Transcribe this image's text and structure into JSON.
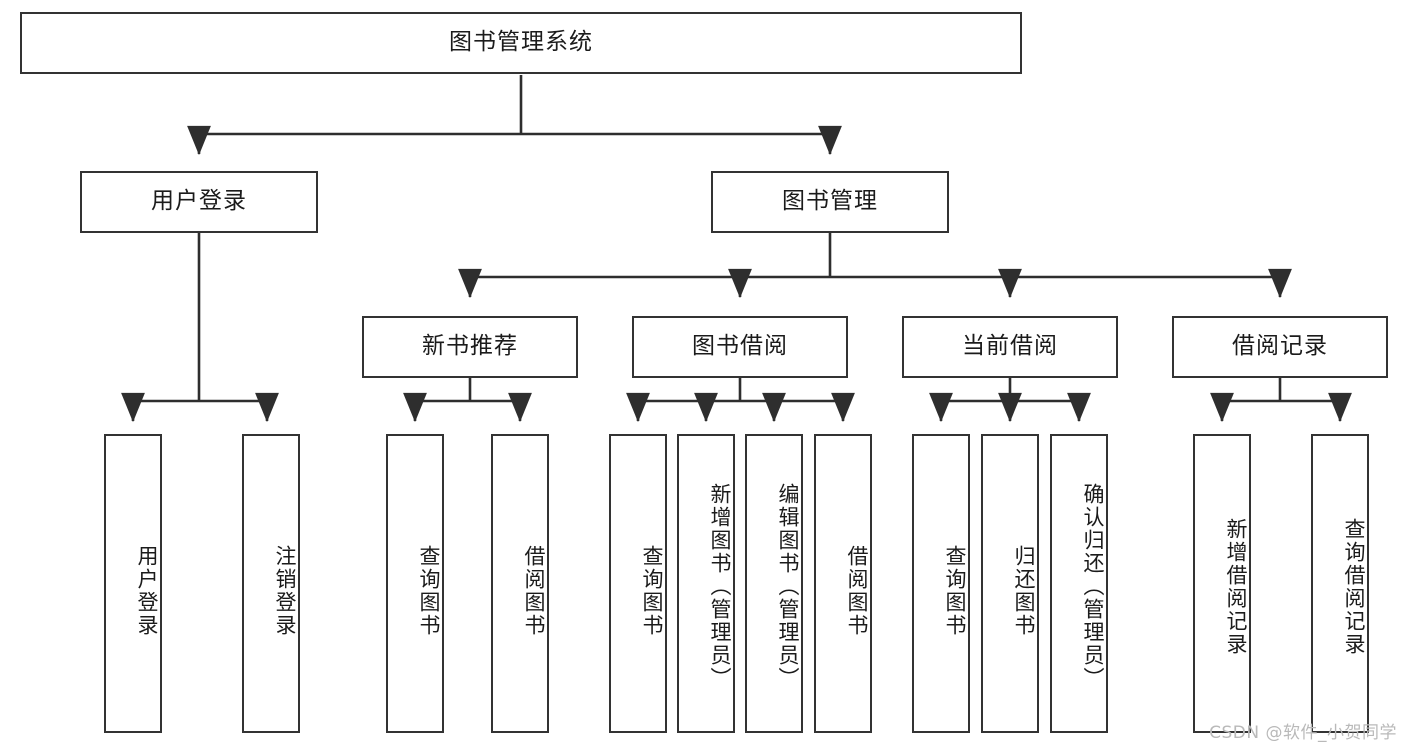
{
  "diagram": {
    "title": "图书管理系统",
    "type": "hierarchy-tree",
    "watermark": "CSDN @软件_小贺同学",
    "colors": {
      "border": "#333333",
      "background": "#ffffff",
      "text": "#1b1b1b",
      "watermark": "#b9b9b9"
    },
    "nodes": {
      "root": {
        "label": "图书管理系统"
      },
      "level2": [
        {
          "id": "user-login",
          "label": "用户登录"
        },
        {
          "id": "book-management",
          "label": "图书管理"
        }
      ],
      "level3": [
        {
          "id": "new-book-recommend",
          "label": "新书推荐"
        },
        {
          "id": "book-borrow",
          "label": "图书借阅"
        },
        {
          "id": "current-borrow",
          "label": "当前借阅"
        },
        {
          "id": "borrow-record",
          "label": "借阅记录"
        }
      ],
      "leaves": {
        "user_login": [
          {
            "id": "leaf-user-login",
            "label": "用户登录"
          },
          {
            "id": "leaf-logout-login",
            "label": "注销登录"
          }
        ],
        "new_book_recommend": [
          {
            "id": "leaf-query-book-1",
            "label": "查询图书"
          },
          {
            "id": "leaf-borrow-book-1",
            "label": "借阅图书"
          }
        ],
        "book_borrow": [
          {
            "id": "leaf-query-book-2",
            "label": "查询图书"
          },
          {
            "id": "leaf-add-book-admin",
            "label": "新增图书（管理员）"
          },
          {
            "id": "leaf-edit-book-admin",
            "label": "编辑图书（管理员）"
          },
          {
            "id": "leaf-borrow-book-2",
            "label": "借阅图书"
          }
        ],
        "current_borrow": [
          {
            "id": "leaf-query-book-3",
            "label": "查询图书"
          },
          {
            "id": "leaf-return-book",
            "label": "归还图书"
          },
          {
            "id": "leaf-confirm-return-admin",
            "label": "确认归还（管理员）"
          }
        ],
        "borrow_record": [
          {
            "id": "leaf-add-borrow-record",
            "label": "新增借阅记录"
          },
          {
            "id": "leaf-query-borrow-record",
            "label": "查询借阅记录"
          }
        ]
      }
    }
  }
}
